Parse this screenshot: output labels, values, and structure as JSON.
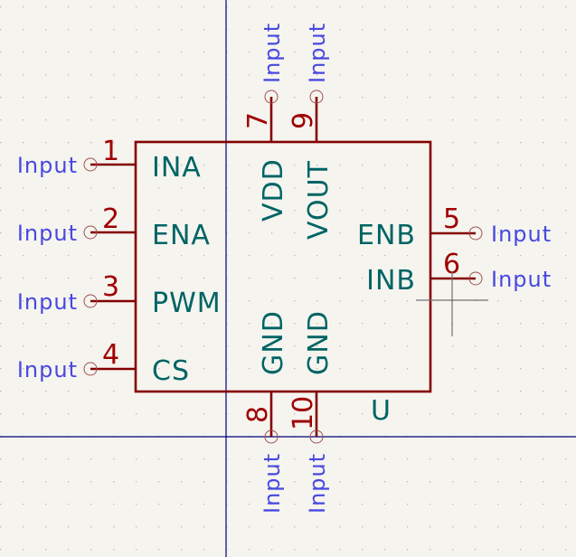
{
  "schematic": {
    "component": {
      "ref_label": "U",
      "pins": [
        {
          "number": "1",
          "name": "INA",
          "side": "left",
          "net_label": "Input"
        },
        {
          "number": "2",
          "name": "ENA",
          "side": "left",
          "net_label": "Input"
        },
        {
          "number": "3",
          "name": "PWM",
          "side": "left",
          "net_label": "Input"
        },
        {
          "number": "4",
          "name": "CS",
          "side": "left",
          "net_label": "Input"
        },
        {
          "number": "5",
          "name": "ENB",
          "side": "right",
          "net_label": "Input"
        },
        {
          "number": "6",
          "name": "INB",
          "side": "right",
          "net_label": "Input"
        },
        {
          "number": "7",
          "name": "VDD",
          "side": "top",
          "net_label": "Input"
        },
        {
          "number": "9",
          "name": "VOUT",
          "side": "top",
          "net_label": "Input"
        },
        {
          "number": "8",
          "name": "GND",
          "side": "bottom",
          "net_label": "Input"
        },
        {
          "number": "10",
          "name": "GND",
          "side": "bottom",
          "net_label": "Input"
        }
      ]
    },
    "colors": {
      "background": "#f5f4ef",
      "body_outline": "#840000",
      "pin_number": "#a00000",
      "pin_name": "#006464",
      "net_label": "#4848e0",
      "axis": "#00007a"
    }
  }
}
